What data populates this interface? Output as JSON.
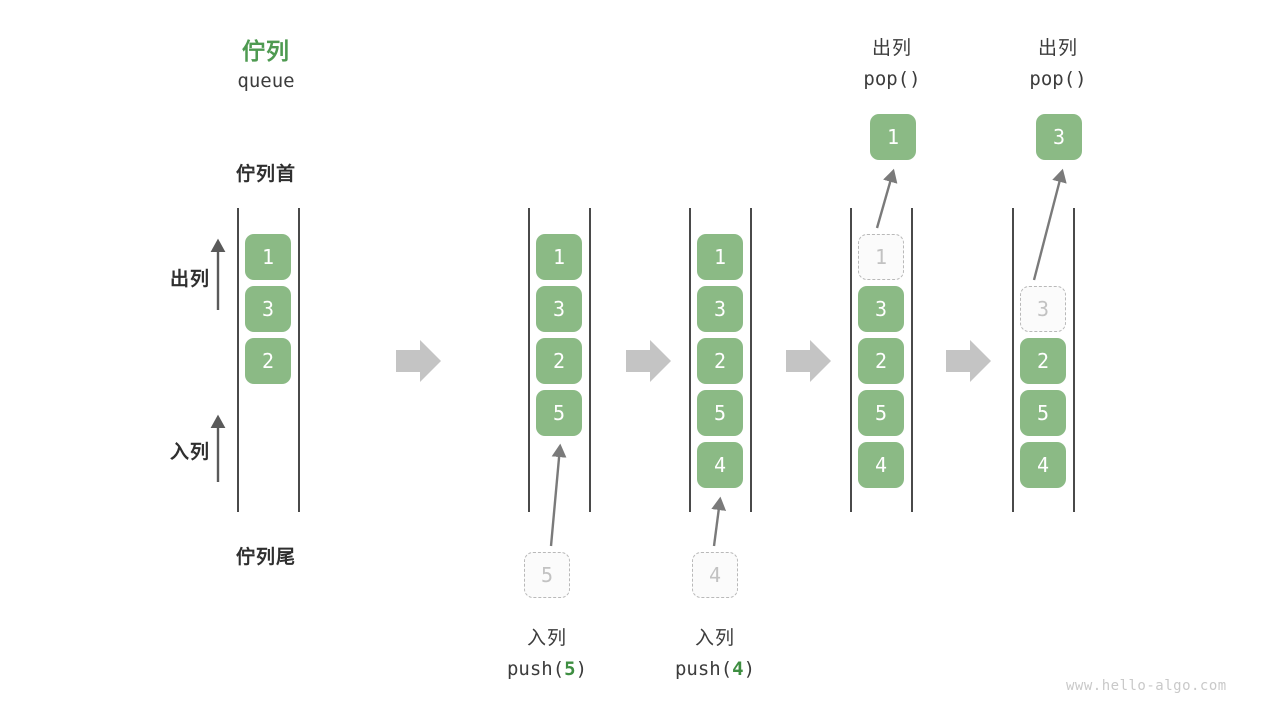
{
  "header": {
    "title_cn": "佇列",
    "title_en": "queue"
  },
  "labels": {
    "head": "佇列首",
    "tail": "佇列尾",
    "dequeue": "出列",
    "enqueue": "入列"
  },
  "watermark": "www.hello-algo.com",
  "colors": {
    "accent_green": "#4e9a51",
    "cell_green": "#8bba85",
    "ghost_border": "#b9b9b9",
    "ghost_text": "#c2c2c2",
    "rail": "#4a4a4a",
    "arrow_gray": "#7a7a7a",
    "block_arrow": "#c4c4c4",
    "watermark": "#c9c9c9"
  },
  "icons": {
    "up_arrow": "up-arrow-icon",
    "step_arrow": "right-block-arrow-icon",
    "motion_arrow": "motion-arrow-icon"
  },
  "stages": [
    {
      "id": "initial",
      "caption_cn": null,
      "caption_code": null,
      "cells": [
        {
          "value": "1",
          "state": "filled"
        },
        {
          "value": "3",
          "state": "filled"
        },
        {
          "value": "2",
          "state": "filled"
        }
      ]
    },
    {
      "id": "push-5",
      "caption_cn": "入列",
      "caption_code_prefix": "push(",
      "caption_code_arg": "5",
      "caption_code_suffix": ")",
      "incoming_value": "5",
      "cells": [
        {
          "value": "1",
          "state": "filled"
        },
        {
          "value": "3",
          "state": "filled"
        },
        {
          "value": "2",
          "state": "filled"
        },
        {
          "value": "5",
          "state": "filled"
        }
      ]
    },
    {
      "id": "push-4",
      "caption_cn": "入列",
      "caption_code_prefix": "push(",
      "caption_code_arg": "4",
      "caption_code_suffix": ")",
      "incoming_value": "4",
      "cells": [
        {
          "value": "1",
          "state": "filled"
        },
        {
          "value": "3",
          "state": "filled"
        },
        {
          "value": "2",
          "state": "filled"
        },
        {
          "value": "5",
          "state": "filled"
        },
        {
          "value": "4",
          "state": "filled"
        }
      ]
    },
    {
      "id": "pop-1",
      "caption_cn": "出列",
      "caption_code_prefix": "pop(",
      "caption_code_arg": "",
      "caption_code_suffix": ")",
      "popped_value": "1",
      "cells": [
        {
          "value": "1",
          "state": "ghost"
        },
        {
          "value": "3",
          "state": "filled"
        },
        {
          "value": "2",
          "state": "filled"
        },
        {
          "value": "5",
          "state": "filled"
        },
        {
          "value": "4",
          "state": "filled"
        }
      ]
    },
    {
      "id": "pop-3",
      "caption_cn": "出列",
      "caption_code_prefix": "pop(",
      "caption_code_arg": "",
      "caption_code_suffix": ")",
      "popped_value": "3",
      "cells": [
        {
          "value": "",
          "state": "empty"
        },
        {
          "value": "3",
          "state": "ghost"
        },
        {
          "value": "2",
          "state": "filled"
        },
        {
          "value": "5",
          "state": "filled"
        },
        {
          "value": "4",
          "state": "filled"
        }
      ]
    }
  ]
}
